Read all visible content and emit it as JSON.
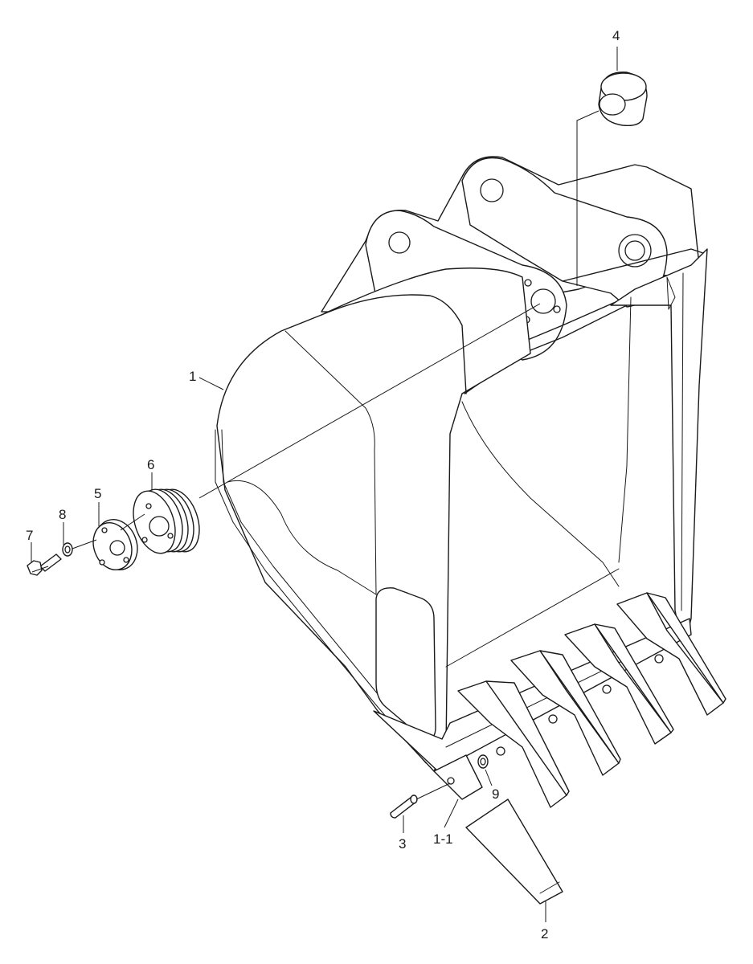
{
  "callouts": {
    "c1": "1",
    "c1_1": "1-1",
    "c2": "2",
    "c3": "3",
    "c4": "4",
    "c5": "5",
    "c6": "6",
    "c7": "7",
    "c8": "8",
    "c9": "9"
  }
}
